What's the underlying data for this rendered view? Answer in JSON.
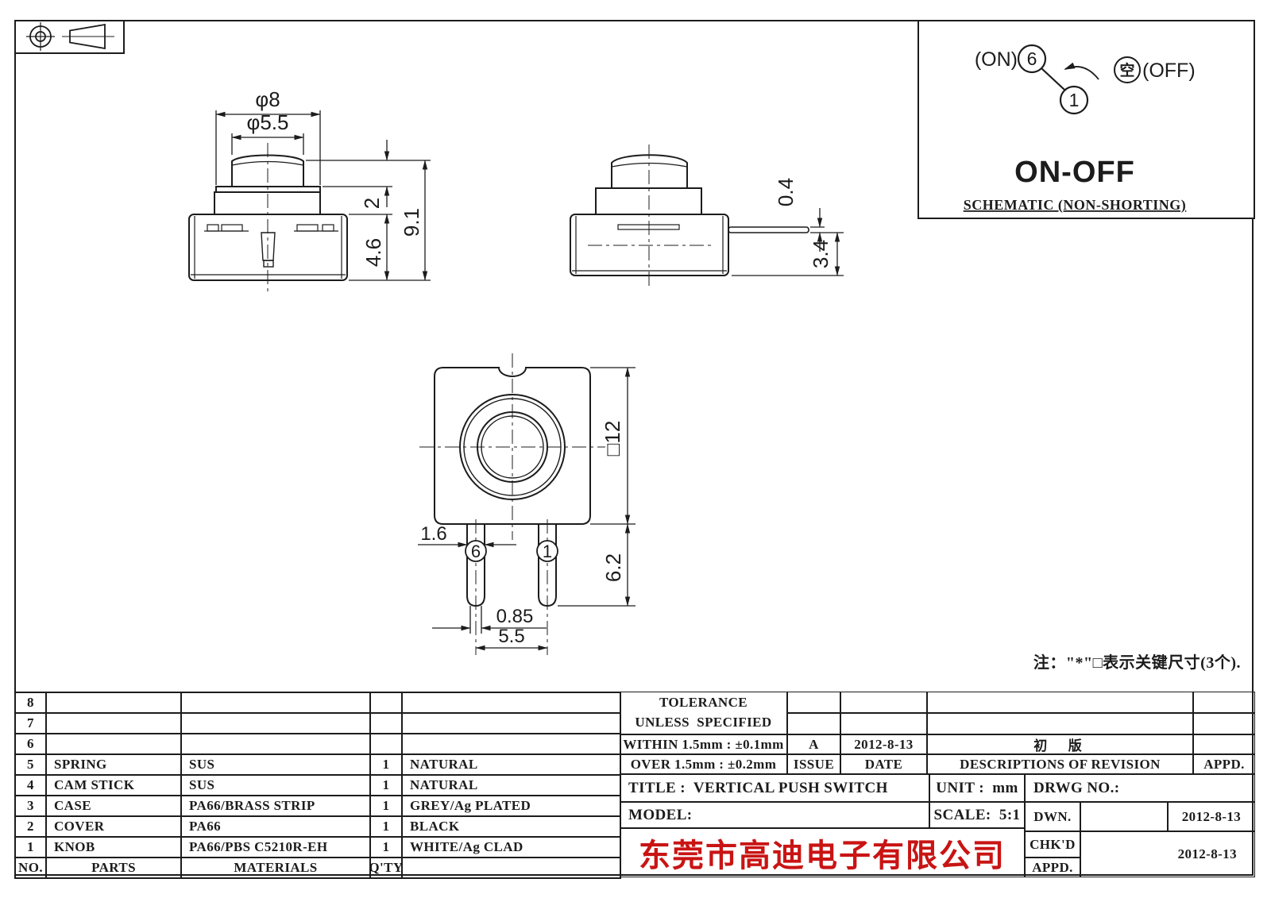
{
  "colors": {
    "line": "#1c1c1c",
    "company_red": "#c91414",
    "background": "#ffffff"
  },
  "note": "注：\"*\"□表示关键尺寸(3个).",
  "schematic": {
    "on_label": "(ON)",
    "off_label": "(OFF)",
    "pin6": "6",
    "pin1": "1",
    "common": "空",
    "mode": "ON-OFF",
    "caption": "SCHEMATIC (NON-SHORTING)"
  },
  "views": {
    "front": {
      "dia_top": "φ8",
      "dia_knob": "φ5.5",
      "knob_height": "2",
      "case_height": "4.6",
      "total_height": "9.1"
    },
    "side": {
      "pin_thickness": "0.4",
      "pin_offset": "3.4"
    },
    "bottom": {
      "body": "□12",
      "pin_width": "1.6",
      "pin_length": "6.2",
      "pin_tip": "0.85",
      "pin_pitch": "5.5",
      "pin_left_no": "6",
      "pin_right_no": "1"
    }
  },
  "parts_table": {
    "headers": {
      "no": "NO.",
      "parts": "PARTS",
      "materials": "MATERIALS",
      "qty": "Q'TY",
      "finish": ""
    },
    "rows": [
      {
        "no": "8",
        "parts": "",
        "materials": "",
        "qty": "",
        "finish": ""
      },
      {
        "no": "7",
        "parts": "",
        "materials": "",
        "qty": "",
        "finish": ""
      },
      {
        "no": "6",
        "parts": "",
        "materials": "",
        "qty": "",
        "finish": ""
      },
      {
        "no": "5",
        "parts": "SPRING",
        "materials": "SUS",
        "qty": "1",
        "finish": "NATURAL"
      },
      {
        "no": "4",
        "parts": "CAM STICK",
        "materials": "SUS",
        "qty": "1",
        "finish": "NATURAL"
      },
      {
        "no": "3",
        "parts": "CASE",
        "materials": "PA66/BRASS STRIP",
        "qty": "1",
        "finish": "GREY/Ag PLATED"
      },
      {
        "no": "2",
        "parts": "COVER",
        "materials": "PA66",
        "qty": "1",
        "finish": "BLACK"
      },
      {
        "no": "1",
        "parts": "KNOB",
        "materials": "PA66/PBS C5210R-EH",
        "qty": "1",
        "finish": "WHITE/Ag CLAD"
      }
    ]
  },
  "tolerance": {
    "line1": "TOLERANCE",
    "line2": "UNLESS  SPECIFIED",
    "within": "WITHIN 1.5mm : ±0.1mm",
    "over": "OVER 1.5mm : ±0.2mm"
  },
  "revision": {
    "issue_value": "A",
    "date_value": "2012-8-13",
    "desc_value": "初  版",
    "issue_label": "ISSUE",
    "date_label": "DATE",
    "desc_label": "DESCRIPTIONS OF REVISION",
    "appd_label": "APPD."
  },
  "title_block": {
    "title": "TITLE :  VERTICAL PUSH SWITCH",
    "unit": "UNIT :  mm",
    "drwg": "DRWG NO.:",
    "model": "MODEL:",
    "scale": "SCALE:  5:1",
    "dwn_label": "DWN.",
    "dwn_date": "2012-8-13",
    "chkd_label": "CHK'D",
    "appd_label": "APPD.",
    "chkd_appd_date": "2012-8-13",
    "company": "东莞市高迪电子有限公司"
  }
}
